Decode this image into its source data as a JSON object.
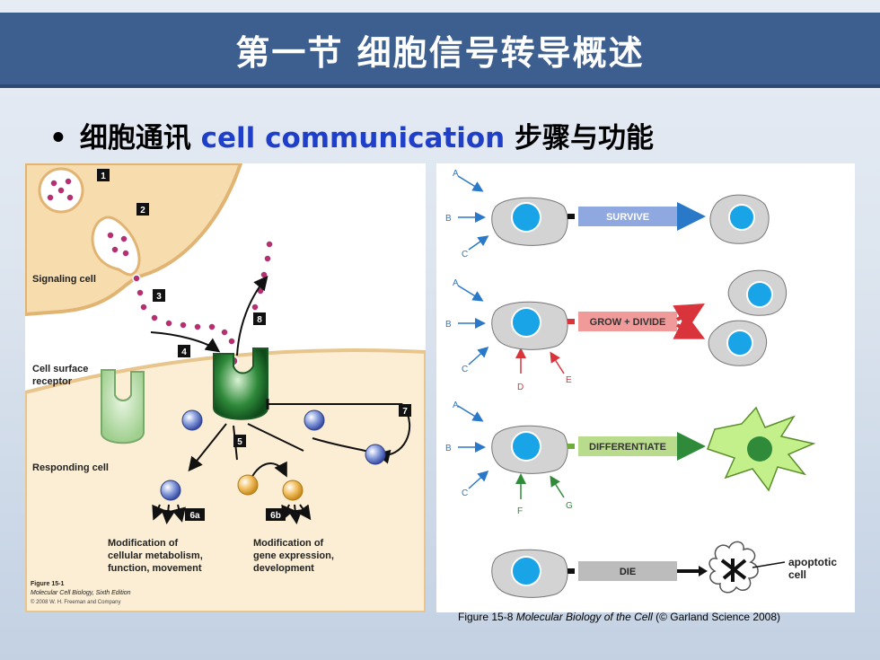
{
  "slide": {
    "title": "第一节  细胞信号转导概述",
    "bullet": {
      "symbol": "•",
      "zh_prefix": "细胞通讯 ",
      "en": "cell communication",
      "zh_suffix": " 步骤与功能"
    }
  },
  "left_figure": {
    "step_labels": [
      "1",
      "2",
      "3",
      "4",
      "5",
      "6a",
      "6b",
      "7",
      "8"
    ],
    "signaling_cell_label": "Signaling cell",
    "receptor_label_line1": "Cell surface",
    "receptor_label_line2": "receptor",
    "responding_cell_label": "Responding cell",
    "mod_a_line1": "Modification of",
    "mod_a_line2": "cellular metabolism,",
    "mod_a_line3": "function, movement",
    "mod_b_line1": "Modification of",
    "mod_b_line2": "gene expression,",
    "mod_b_line3": "development",
    "fig_label": "Figure 15-1",
    "fig_book": "Molecular Cell Biology, Sixth Edition",
    "fig_copyright": "© 2008 W. H. Freeman and Company"
  },
  "right_figure": {
    "rows": [
      {
        "signals": [
          "A",
          "B",
          "C"
        ],
        "outcome": "SURVIVE",
        "color": "#3f6bd3"
      },
      {
        "signals": [
          "A",
          "B",
          "C",
          "D",
          "E"
        ],
        "outcome": "GROW + DIVIDE",
        "color": "#e24b4b"
      },
      {
        "signals": [
          "A",
          "B",
          "C",
          "F",
          "G"
        ],
        "outcome": "DIFFERENTIATE",
        "color": "#7ac043"
      },
      {
        "signals": [],
        "outcome": "DIE",
        "color": "#222222"
      }
    ],
    "apoptotic_line1": "apoptotic",
    "apoptotic_line2": "cell"
  },
  "caption": {
    "prefix": "Figure 15-8 ",
    "book": "Molecular Biology of the Cell",
    "suffix": " (© Garland Science 2008)"
  }
}
